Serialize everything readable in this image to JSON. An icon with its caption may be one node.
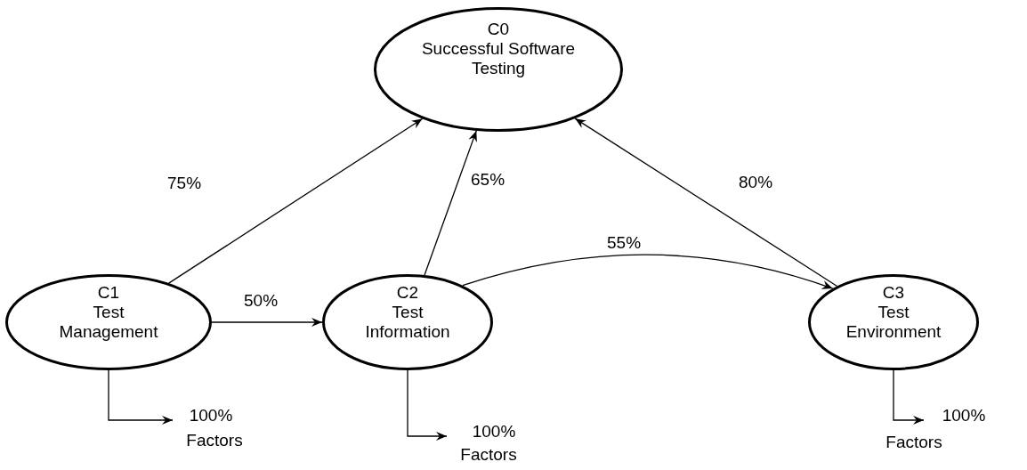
{
  "diagram": {
    "nodes": [
      {
        "text": [
          "C0",
          "Successful Software Testing"
        ]
      },
      {
        "text": [
          "C1",
          "Test Management"
        ]
      },
      {
        "text": [
          "C2",
          "Test Information"
        ]
      },
      {
        "text": [
          "C3",
          "Test Environment"
        ]
      },
      {
        "text": [
          "100%",
          "Factors"
        ]
      },
      {
        "text": [
          "100%",
          "Factors"
        ]
      },
      {
        "text": [
          "100%",
          "Factors"
        ]
      }
    ],
    "edges": [
      {
        "from": 1,
        "to": 0,
        "arrow": "to",
        "label": "75%"
      },
      {
        "from": 2,
        "to": 0,
        "arrow": "to",
        "label": "65%"
      },
      {
        "from": 3,
        "to": 0,
        "arrow": "to",
        "label": "80%"
      },
      {
        "from": 1,
        "to": 2,
        "arrow": "to",
        "label": "50%"
      },
      {
        "from": 2,
        "to": 3,
        "arrow": "to",
        "label": "55%"
      },
      {
        "from": 1,
        "to": 4,
        "arrow": "to"
      },
      {
        "from": 2,
        "to": 5,
        "arrow": "to"
      },
      {
        "from": 3,
        "to": 6,
        "arrow": "to"
      }
    ]
  }
}
